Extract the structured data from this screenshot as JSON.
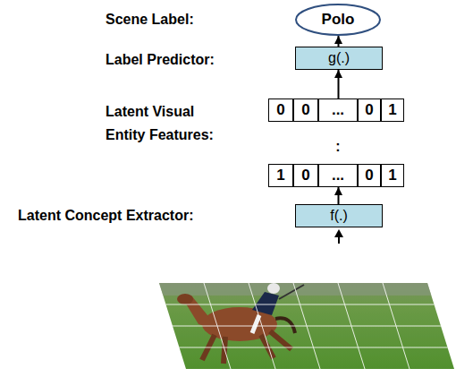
{
  "diagram": {
    "nodes": [
      {
        "text": [
          "Polo"
        ]
      },
      {
        "text": [
          "g(.)"
        ]
      },
      {
        "text": [
          "0"
        ]
      },
      {
        "text": [
          "0"
        ]
      },
      {
        "text": [
          "..."
        ]
      },
      {
        "text": [
          "0"
        ]
      },
      {
        "text": [
          "1"
        ]
      },
      {
        "text": [
          "1"
        ]
      },
      {
        "text": [
          "0"
        ]
      },
      {
        "text": [
          "..."
        ]
      },
      {
        "text": [
          "0"
        ]
      },
      {
        "text": [
          "1"
        ]
      },
      {
        "text": [
          "f(.)"
        ]
      }
    ],
    "edges": [
      {
        "from": 1,
        "to": 0,
        "arrow": "to"
      },
      {
        "from": 4,
        "to": 1,
        "arrow": "to"
      },
      {
        "from": 12,
        "to": 9,
        "arrow": "to"
      }
    ],
    "labels": [
      "Scene Label:",
      "Label Predictor:",
      "Latent Visual Entity Features:",
      "Latent Concept Extractor:",
      ":"
    ]
  }
}
